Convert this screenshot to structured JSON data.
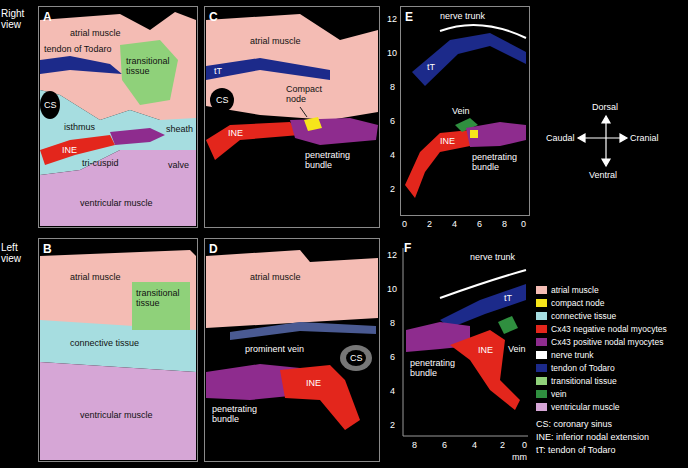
{
  "diagram": {
    "nodes": [
      {
        "text": [
          "A"
        ]
      },
      {
        "text": [
          "B"
        ]
      },
      {
        "text": [
          "C"
        ]
      },
      {
        "text": [
          "D"
        ]
      },
      {
        "text": [
          "E"
        ]
      },
      {
        "text": [
          "F"
        ]
      }
    ],
    "labels": [
      "Right view",
      "atrial muscle",
      "tendon of Todaro",
      "transitional tissue",
      "CS",
      "isthmus",
      "INE",
      "sheath",
      "tri-cuspid",
      "valve",
      "ventricular muscle",
      "Left view",
      "atrial muscle",
      "transitional tissue",
      "connective tissue",
      "ventricular muscle",
      "atrial muscle",
      "tT",
      "CS",
      "Compact node",
      "INE",
      "penetrating bundle",
      "atrial muscle",
      "prominent vein",
      "CS",
      "INE",
      "penetrating bundle",
      "nerve trunk",
      "tT",
      "Vein",
      "INE",
      "penetrating bundle",
      "12",
      "10",
      "8",
      "6",
      "4",
      "2",
      "0",
      "2",
      "4",
      "6",
      "8",
      "0",
      "nerve trunk",
      "tT",
      "Vein",
      "INE",
      "penetrating bundle",
      "12",
      "10",
      "8",
      "6",
      "4",
      "2",
      "8",
      "6",
      "4",
      "2",
      "0",
      "mm",
      "Dorsal",
      "Ventral",
      "Caudal",
      "Cranial",
      "CS: coronary sinus",
      "INE: inferior nodal extension",
      "tT: tendon of Todaro"
    ],
    "legend": [
      {
        "text": "atrial muscle",
        "color": "#f4bcb4"
      },
      {
        "text": "compact node",
        "color": "#f6e51b"
      },
      {
        "text": "connective tissue",
        "color": "#a6dde0"
      },
      {
        "text": "Cx43 negative nodal myocytes",
        "color": "#e3261c"
      },
      {
        "text": "Cx43 positive nodal myocytes",
        "color": "#8e2c8e"
      },
      {
        "text": "nerve trunk",
        "color": "#ffffff"
      },
      {
        "text": "tendon of Todaro",
        "color": "#1c2a8a"
      },
      {
        "text": "transitional tissue",
        "color": "#8fd17a"
      },
      {
        "text": "vein",
        "color": "#2f8f3f"
      },
      {
        "text": "ventricular muscle",
        "color": "#d6a6d6"
      }
    ]
  }
}
